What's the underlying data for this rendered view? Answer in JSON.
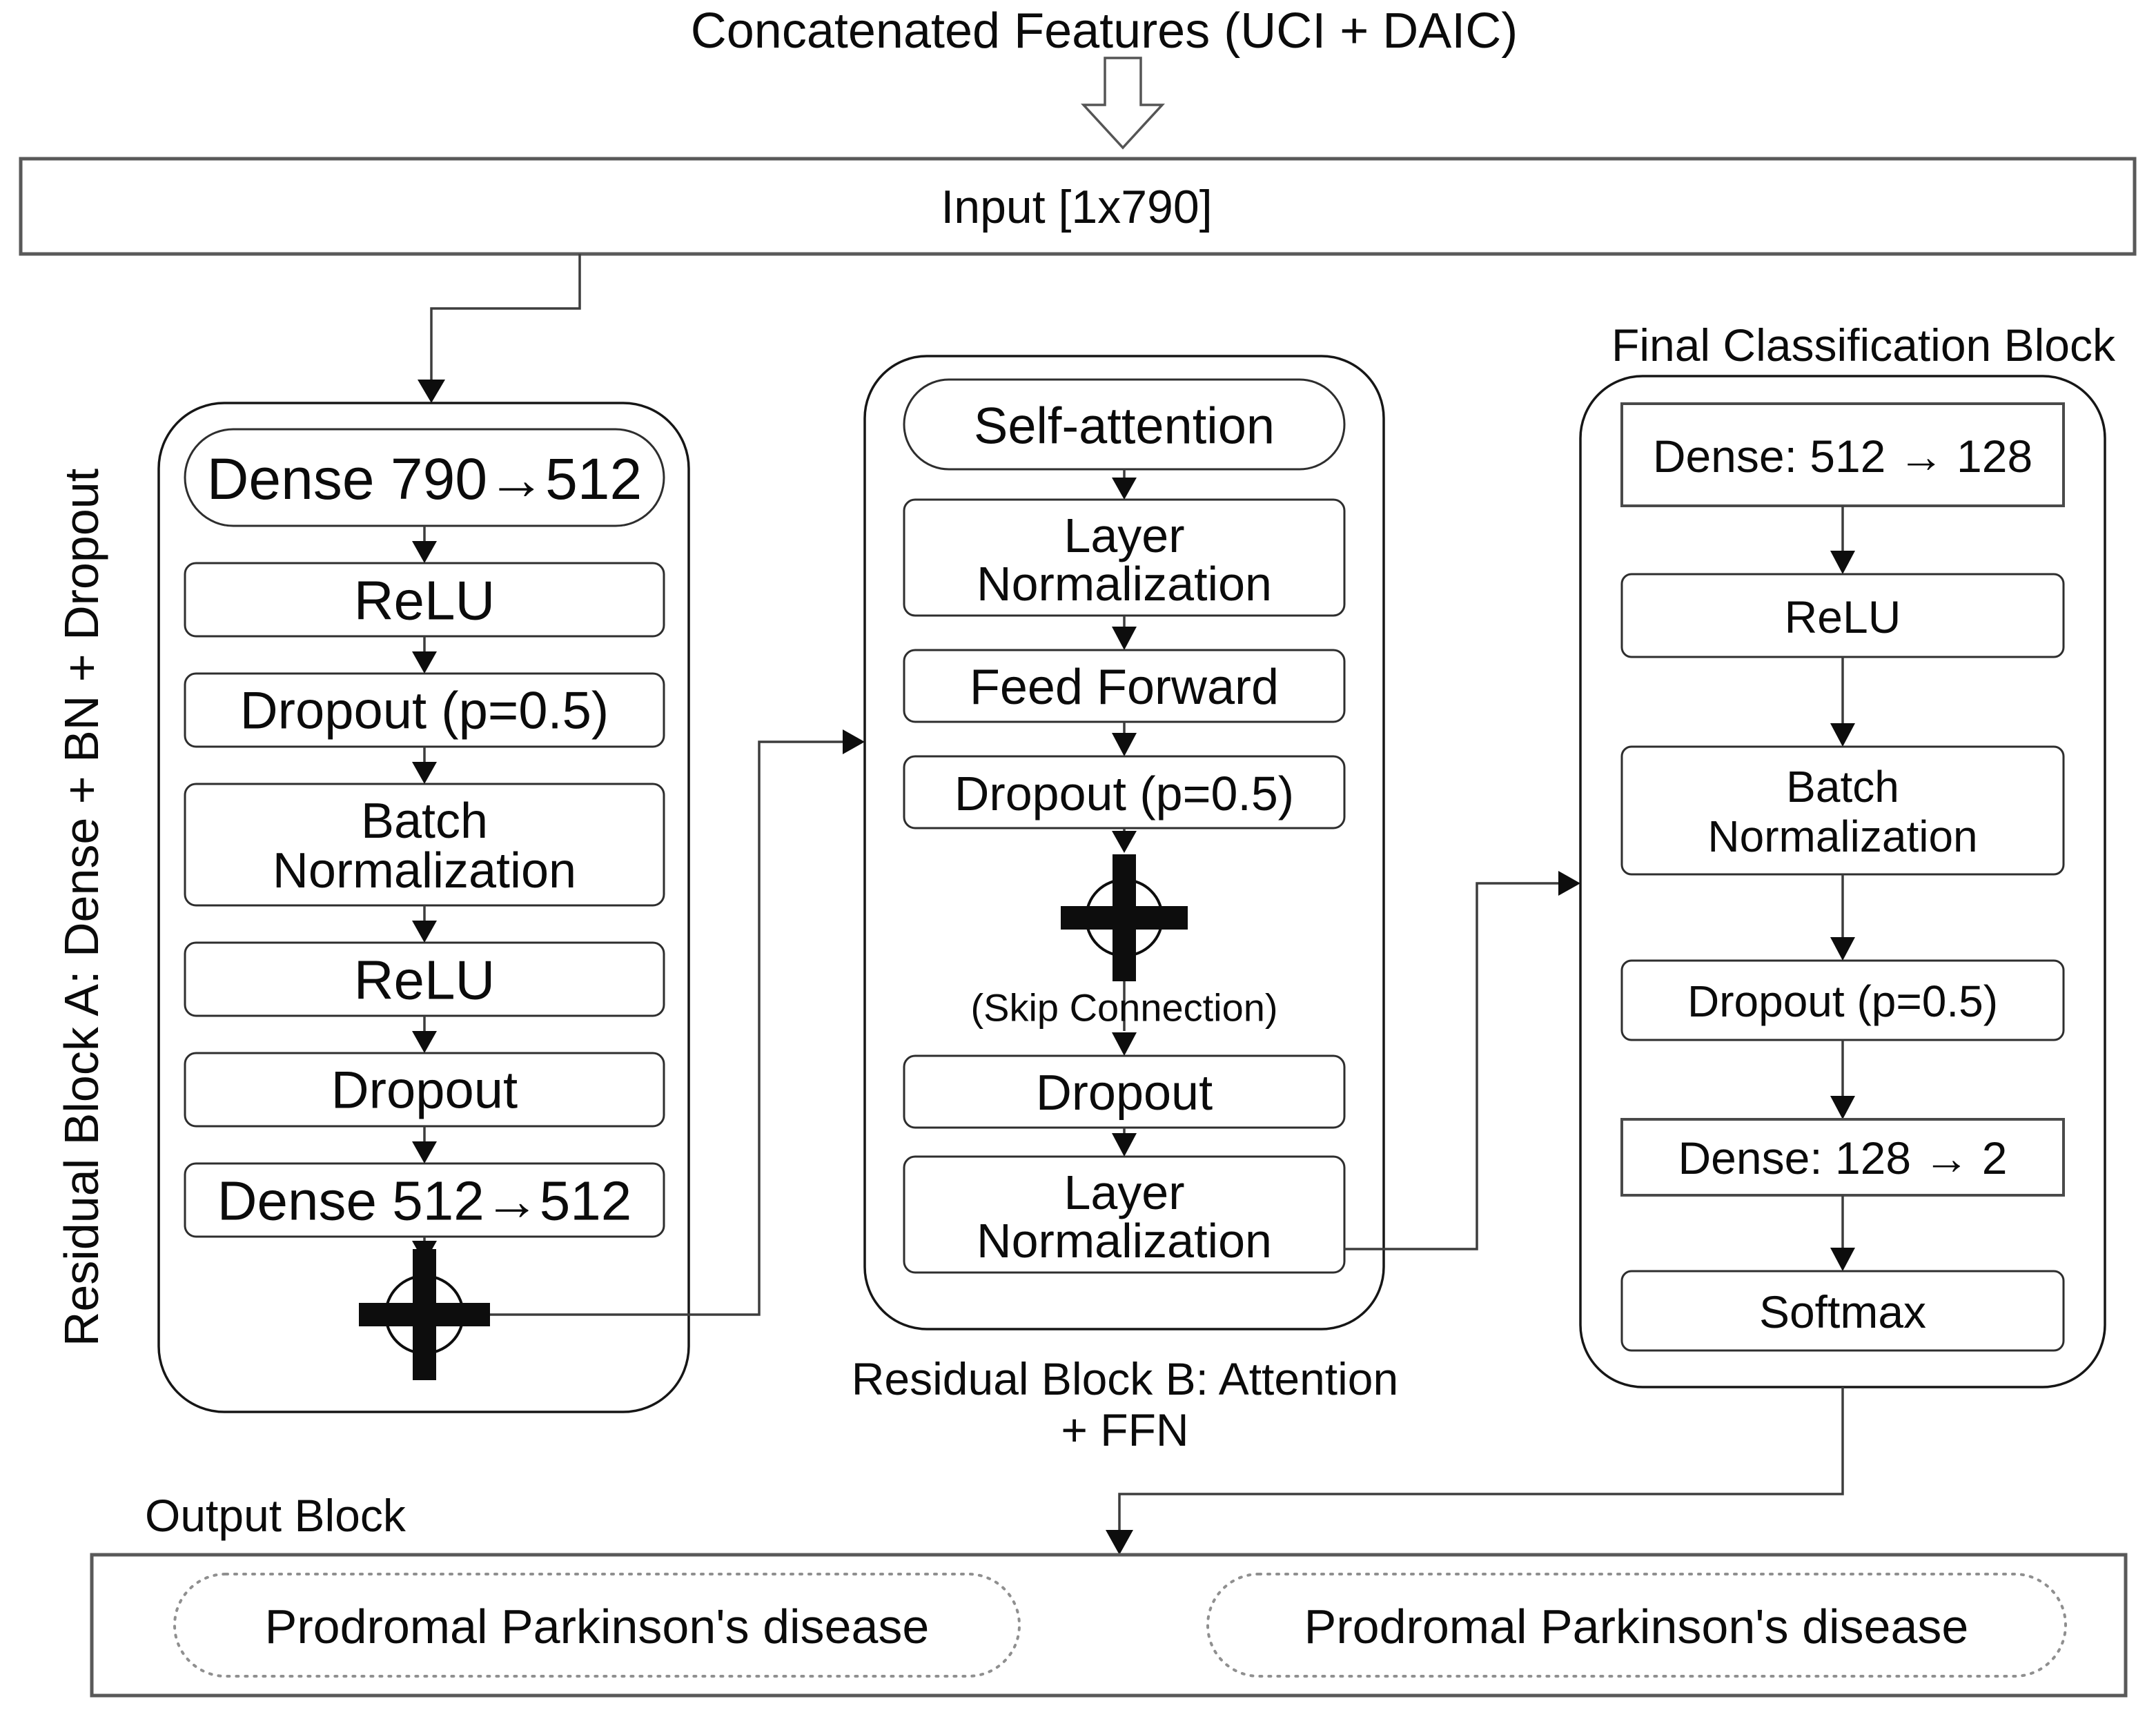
{
  "header": {
    "title": "Concatenated Features (UCI + DAIC)"
  },
  "input_bar": {
    "label": "Input [1x790]"
  },
  "block_a": {
    "side_label": "Residual Block A: Dense + BN + Dropout",
    "dense_in": "Dense 790→512",
    "relu1": "ReLU",
    "dropout1": "Dropout  (p=0.5)",
    "batch_norm": [
      "Batch",
      "Normalization"
    ],
    "relu2": "ReLU",
    "dropout2": "Dropout",
    "dense_out": "Dense 512→512"
  },
  "block_b": {
    "caption": [
      "Residual Block B: Attention",
      "+ FFN"
    ],
    "self_attention": "Self-attention",
    "layer_norm1": [
      "Layer",
      "Normalization"
    ],
    "feed_forward": "Feed Forward",
    "dropout1": "Dropout (p=0.5)",
    "skip_label": "(Skip Connection)",
    "dropout2": "Dropout",
    "layer_norm2": [
      "Layer",
      "Normalization"
    ]
  },
  "block_c": {
    "title": "Final Classification Block",
    "dense1": "Dense: 512 → 128",
    "relu": "ReLU",
    "batch_norm": [
      "Batch",
      "Normalization"
    ],
    "dropout": "Dropout  (p=0.5)",
    "dense2": "Dense: 128 → 2",
    "softmax": "Softmax"
  },
  "output_block": {
    "caption": "Output Block",
    "left_label": "Prodromal Parkinson's disease",
    "right_label": "Prodromal Parkinson's disease"
  }
}
